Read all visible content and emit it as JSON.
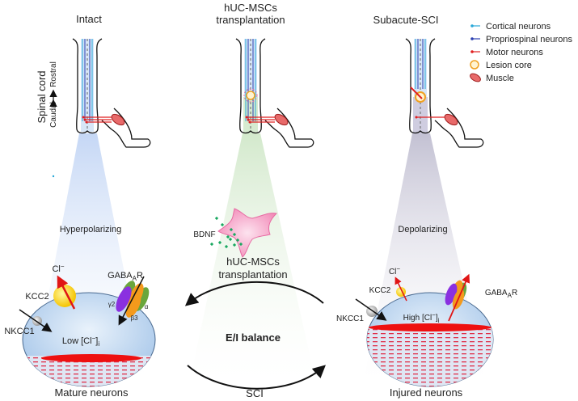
{
  "panels": {
    "intact": {
      "title": "Intact",
      "state": "Hyperpolarizing",
      "caption": "Mature neurons"
    },
    "transplant": {
      "title_line1": "hUC-MSCs",
      "title_line2": "transplantation"
    },
    "subacute": {
      "title": "Subacute-SCI",
      "state": "Depolarizing",
      "caption": "Injured neurons"
    }
  },
  "axis_label": {
    "main": "Spinal cord",
    "caudal": "Caudal",
    "rostral": "Rostral"
  },
  "legend": [
    {
      "label": "Cortical neurons",
      "color": "#29a8d8"
    },
    {
      "label": "Propriospinal neurons",
      "color": "#2a3fb0"
    },
    {
      "label": "Motor neurons",
      "color": "#e02020"
    },
    {
      "label": "Lesion core",
      "color": "#f0a020"
    },
    {
      "label": "Muscle",
      "color": "#e86a6a"
    }
  ],
  "center": {
    "bdnf": "BDNF",
    "upper_arrow_line1": "hUC-MSCs",
    "upper_arrow_line2": "transplantation",
    "balance": "E/I balance",
    "lower_arrow": "SCI"
  },
  "left_cell": {
    "cl": "Cl",
    "cl_sup": "−",
    "kcc2": "KCC2",
    "gaba": "GABA",
    "gaba_sub": "A",
    "gaba_r": "R",
    "gamma2": "γ2",
    "alpha": "α",
    "beta3": "β3",
    "nkcc1": "NKCC1",
    "conc_prefix": "Low [Cl",
    "conc_sup": "−",
    "conc_suffix": "]",
    "conc_sub": "i"
  },
  "right_cell": {
    "cl": "Cl",
    "cl_sup": "−",
    "kcc2": "KCC2",
    "gaba": "GABA",
    "gaba_sub": "A",
    "gaba_r": "R",
    "nkcc1": "NKCC1",
    "conc_prefix": "High [Cl",
    "conc_sup": "−",
    "conc_suffix": "]",
    "conc_sub": "i"
  },
  "colors": {
    "intact_beam": "#c7d8f4",
    "transplant_beam": "#d6ebd0",
    "subacute_beam": "#c9c7d6",
    "cell_fill": "#b9d3ee",
    "kcc2": "#ffd21a",
    "bdnf_dots": "#1aa860",
    "msc_cell": "#f6a6c8"
  }
}
